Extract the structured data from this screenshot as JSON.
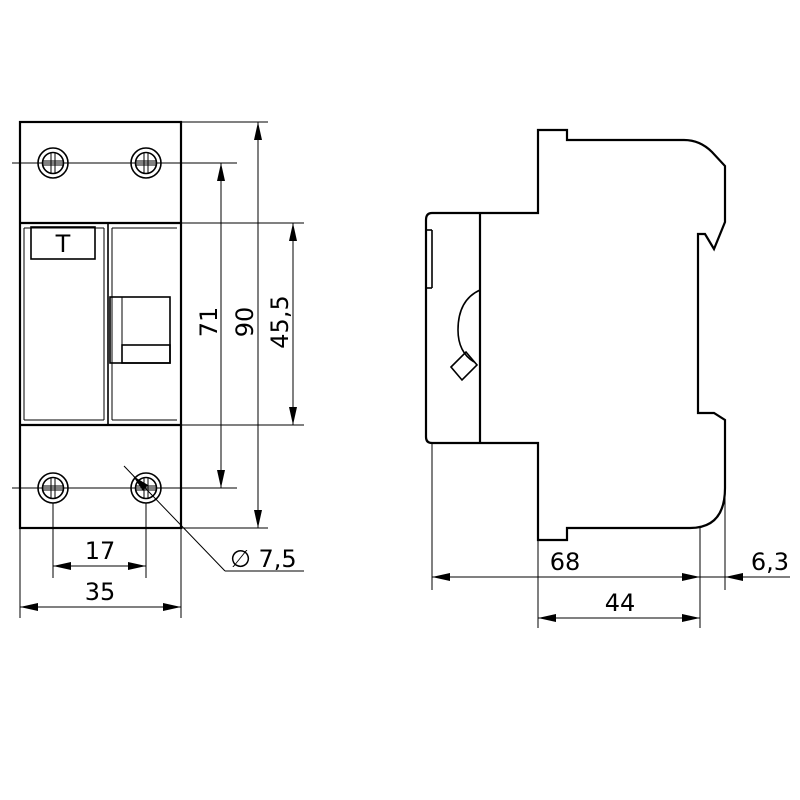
{
  "front_view": {
    "label": "T",
    "dimensions": {
      "width_total": "35",
      "screw_spacing": "17",
      "hole_diameter": "∅ 7,5",
      "height_71": "71",
      "height_90": "90",
      "height_45_5": "45,5"
    }
  },
  "side_view": {
    "dimensions": {
      "depth_total": "68",
      "depth_body": "44",
      "rail_offset": "6,3"
    }
  }
}
